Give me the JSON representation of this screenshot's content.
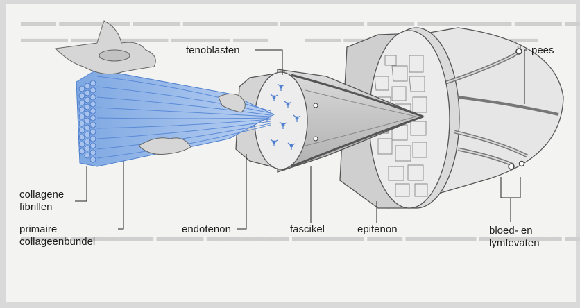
{
  "labels": {
    "tenoblasten": "tenoblasten",
    "pees": "pees",
    "collagene_fibrillen_line1": "collagene",
    "collagene_fibrillen_line2": "fibrillen",
    "primaire_collageenbundel_line1": "primaire",
    "primaire_collageenbundel_line2": "collageenbundel",
    "endotenon": "endotenon",
    "fascikel": "fascikel",
    "epitenon": "epitenon",
    "bloed_lymfevaten_line1": "bloed- en",
    "bloed_lymfevaten_line2": "lymfevaten"
  },
  "colors": {
    "fibril_blue": "#8fb3e6",
    "fibril_dark": "#4f7fcf",
    "tissue_gray": "#c9c9c9",
    "tissue_dark": "#6f6f6f",
    "background": "#f3f3f1"
  }
}
